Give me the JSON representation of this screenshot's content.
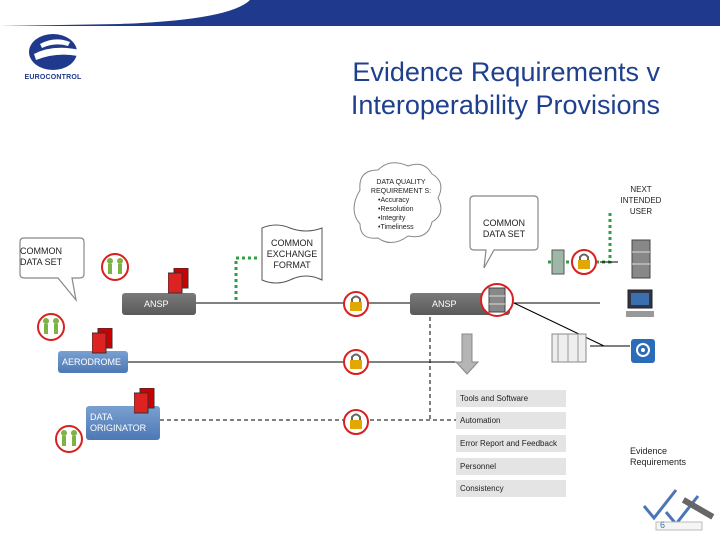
{
  "title_line1": "Evidence Requirements v",
  "title_line2": "Interoperability Provisions",
  "logo_text": "EUROCONTROL",
  "common_data_set_left": "COMMON DATA SET",
  "common_exchange_format": "COMMON EXCHANGE FORMAT",
  "data_quality": {
    "heading": "DATA QUALITY REQUIREMENT S:",
    "items": [
      "•Accuracy",
      "•Resolution",
      "•Integrity",
      "•Timeliness"
    ]
  },
  "common_data_set_right": "COMMON DATA SET",
  "next_intended_user": "NEXT INTENDED USER",
  "ansp_left": "ANSP",
  "ansp_right": "ANSP",
  "aerodrome": "AERODROME",
  "data_originator": "DATA ORIGINATOR",
  "tools": [
    "Tools and Software",
    "Automation",
    "Error Report and Feedback",
    "Personnel",
    "Consistency"
  ],
  "evidence_requirements": "Evidence Requirements",
  "page_number": "6",
  "colors": {
    "brand_blue": "#1f3a8c",
    "bar_blue": "#5b87c0",
    "green_arrow": "#2ea043",
    "lock_red": "#d92020"
  },
  "icons": [
    "eurocontrol-logo",
    "people-icon",
    "documents-icon",
    "padlock-icon",
    "database-icon",
    "computer-icon",
    "headset-icon",
    "checkmark-icon"
  ]
}
